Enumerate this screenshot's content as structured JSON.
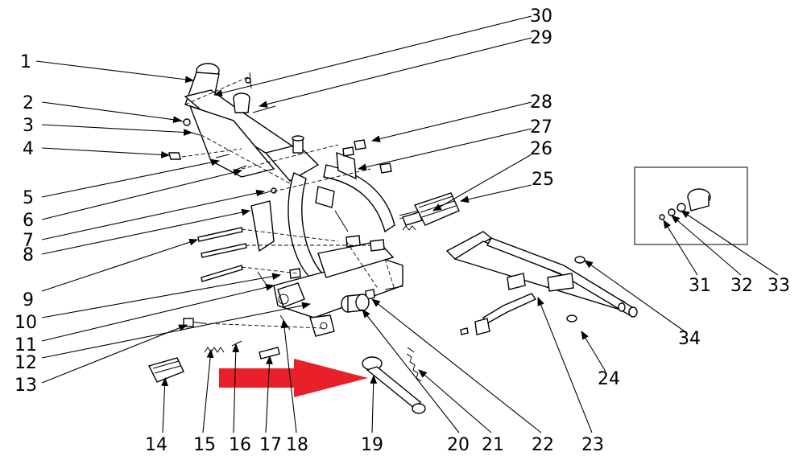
{
  "callouts": {
    "c1": "1",
    "c2": "2",
    "c3": "3",
    "c4": "4",
    "c5": "5",
    "c6": "6",
    "c7": "7",
    "c8": "8",
    "c9": "9",
    "c10": "10",
    "c11": "11",
    "c12": "12",
    "c13": "13",
    "c14": "14",
    "c15": "15",
    "c16": "16",
    "c17": "17",
    "c18": "18",
    "c19": "19",
    "c20": "20",
    "c21": "21",
    "c22": "22",
    "c23": "23",
    "c24": "24",
    "c25": "25",
    "c26": "26",
    "c27": "27",
    "c28": "28",
    "c29": "29",
    "c30": "30",
    "c31": "31",
    "c32": "32",
    "c33": "33",
    "c34": "34"
  },
  "colors": {
    "highlight_arrow": "#e8202a",
    "line": "#000000",
    "background": "#ffffff"
  }
}
